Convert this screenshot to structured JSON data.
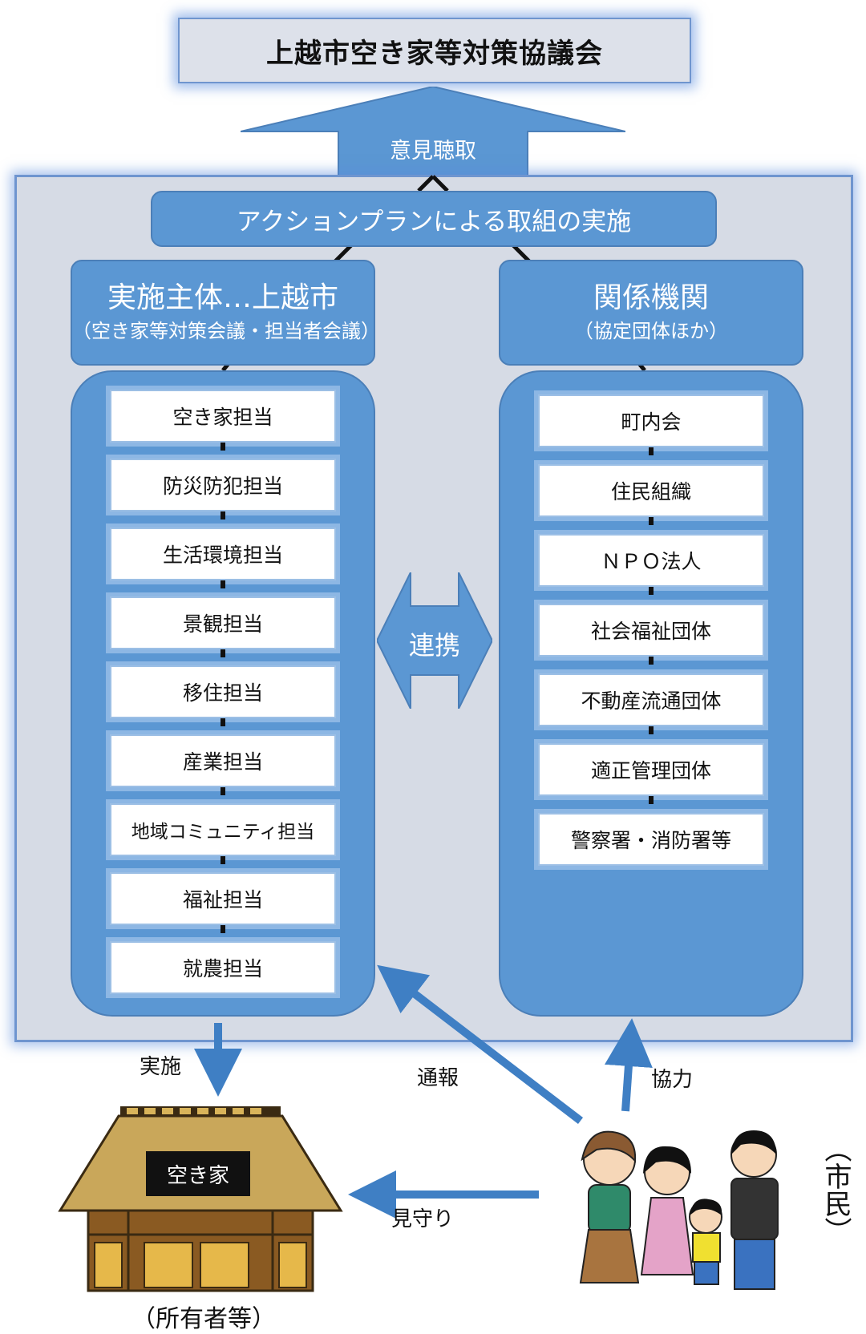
{
  "title": "上越市空き家等対策協議会",
  "arrow_up_label": "意見聴取",
  "action_plan": "アクションプランによる取組の実施",
  "left_head": {
    "main": "実施主体…上越市",
    "sub": "（空き家等対策会議・担当者会議）"
  },
  "right_head": {
    "main": "関係機関",
    "sub": "（協定団体ほか）"
  },
  "left_items": [
    "空き家担当",
    "防災防犯担当",
    "生活環境担当",
    "景観担当",
    "移住担当",
    "産業担当",
    "地域コミュニティ担当",
    "福祉担当",
    "就農担当"
  ],
  "right_items": [
    "町内会",
    "住民組織",
    "ＮＰＯ法人",
    "社会福祉団体",
    "不動産流通団体",
    "適正管理団体",
    "警察署・消防署等"
  ],
  "cooperation": "連携",
  "labels": {
    "implement": "実施",
    "report": "通報",
    "cooperate": "協力",
    "watch": "見守り"
  },
  "house": {
    "sign": "空き家",
    "owner": "（所有者等）"
  },
  "citizens": "（市民）",
  "colors": {
    "accent_blue": "#5b97d3",
    "panel_bg": "#d6dbe5",
    "arrow_blue": "#3f7fc4"
  }
}
